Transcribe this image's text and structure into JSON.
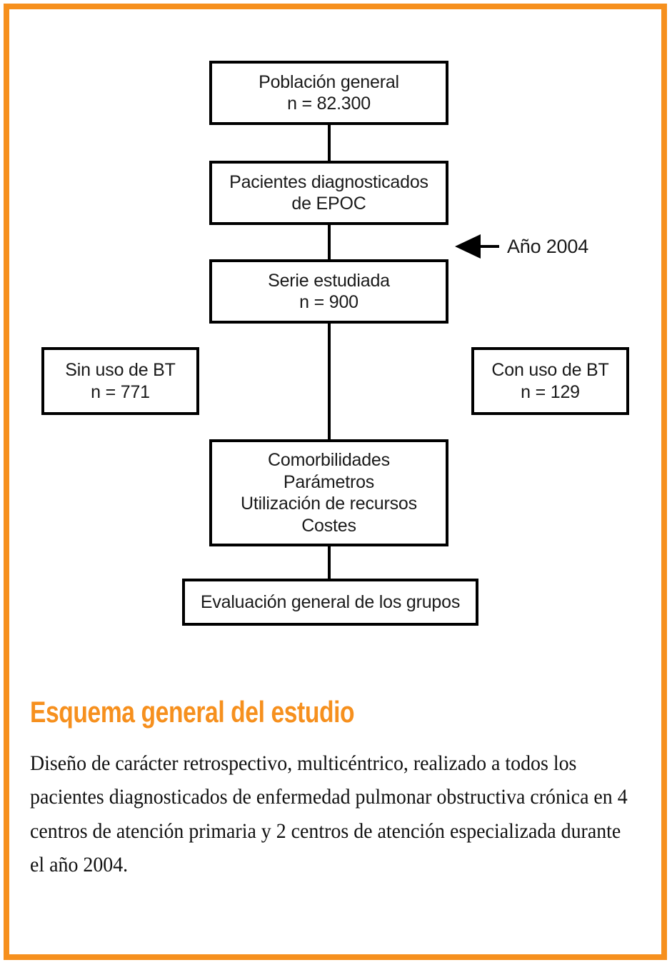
{
  "frame": {
    "accent_color": "#F6901E",
    "background_color": "#FFFFFF"
  },
  "flowchart": {
    "line_color": "#000000",
    "nodes": [
      {
        "id": "poblacion-general",
        "lines": [
          "Población general",
          "n = 82.300"
        ]
      },
      {
        "id": "pacientes-diagnosticados",
        "lines": [
          "Pacientes diagnosticados",
          "de EPOC"
        ]
      },
      {
        "id": "serie-estudiada",
        "lines": [
          "Serie estudiada",
          "n = 900"
        ]
      },
      {
        "id": "sin-uso-bt",
        "lines": [
          "Sin uso de BT",
          "n = 771"
        ]
      },
      {
        "id": "con-uso-bt",
        "lines": [
          "Con uso de BT",
          "n = 129"
        ]
      },
      {
        "id": "comorbilidades",
        "lines": [
          "Comorbilidades",
          "Parámetros",
          "Utilización de recursos",
          "Costes"
        ]
      },
      {
        "id": "evaluacion-general",
        "lines": [
          "Evaluación general de los grupos"
        ]
      }
    ],
    "annotation": {
      "label": "Año 2004",
      "icon": "left-arrow-icon"
    }
  },
  "caption": {
    "title": "Esquema general del estudio",
    "body": "Diseño de carácter retrospectivo, multicéntrico, realizado a todos los pacientes diagnosticados de enfermedad pulmonar obstructiva crónica en 4 centros de atención primaria y 2 centros de atención especializada durante el año 2004."
  }
}
